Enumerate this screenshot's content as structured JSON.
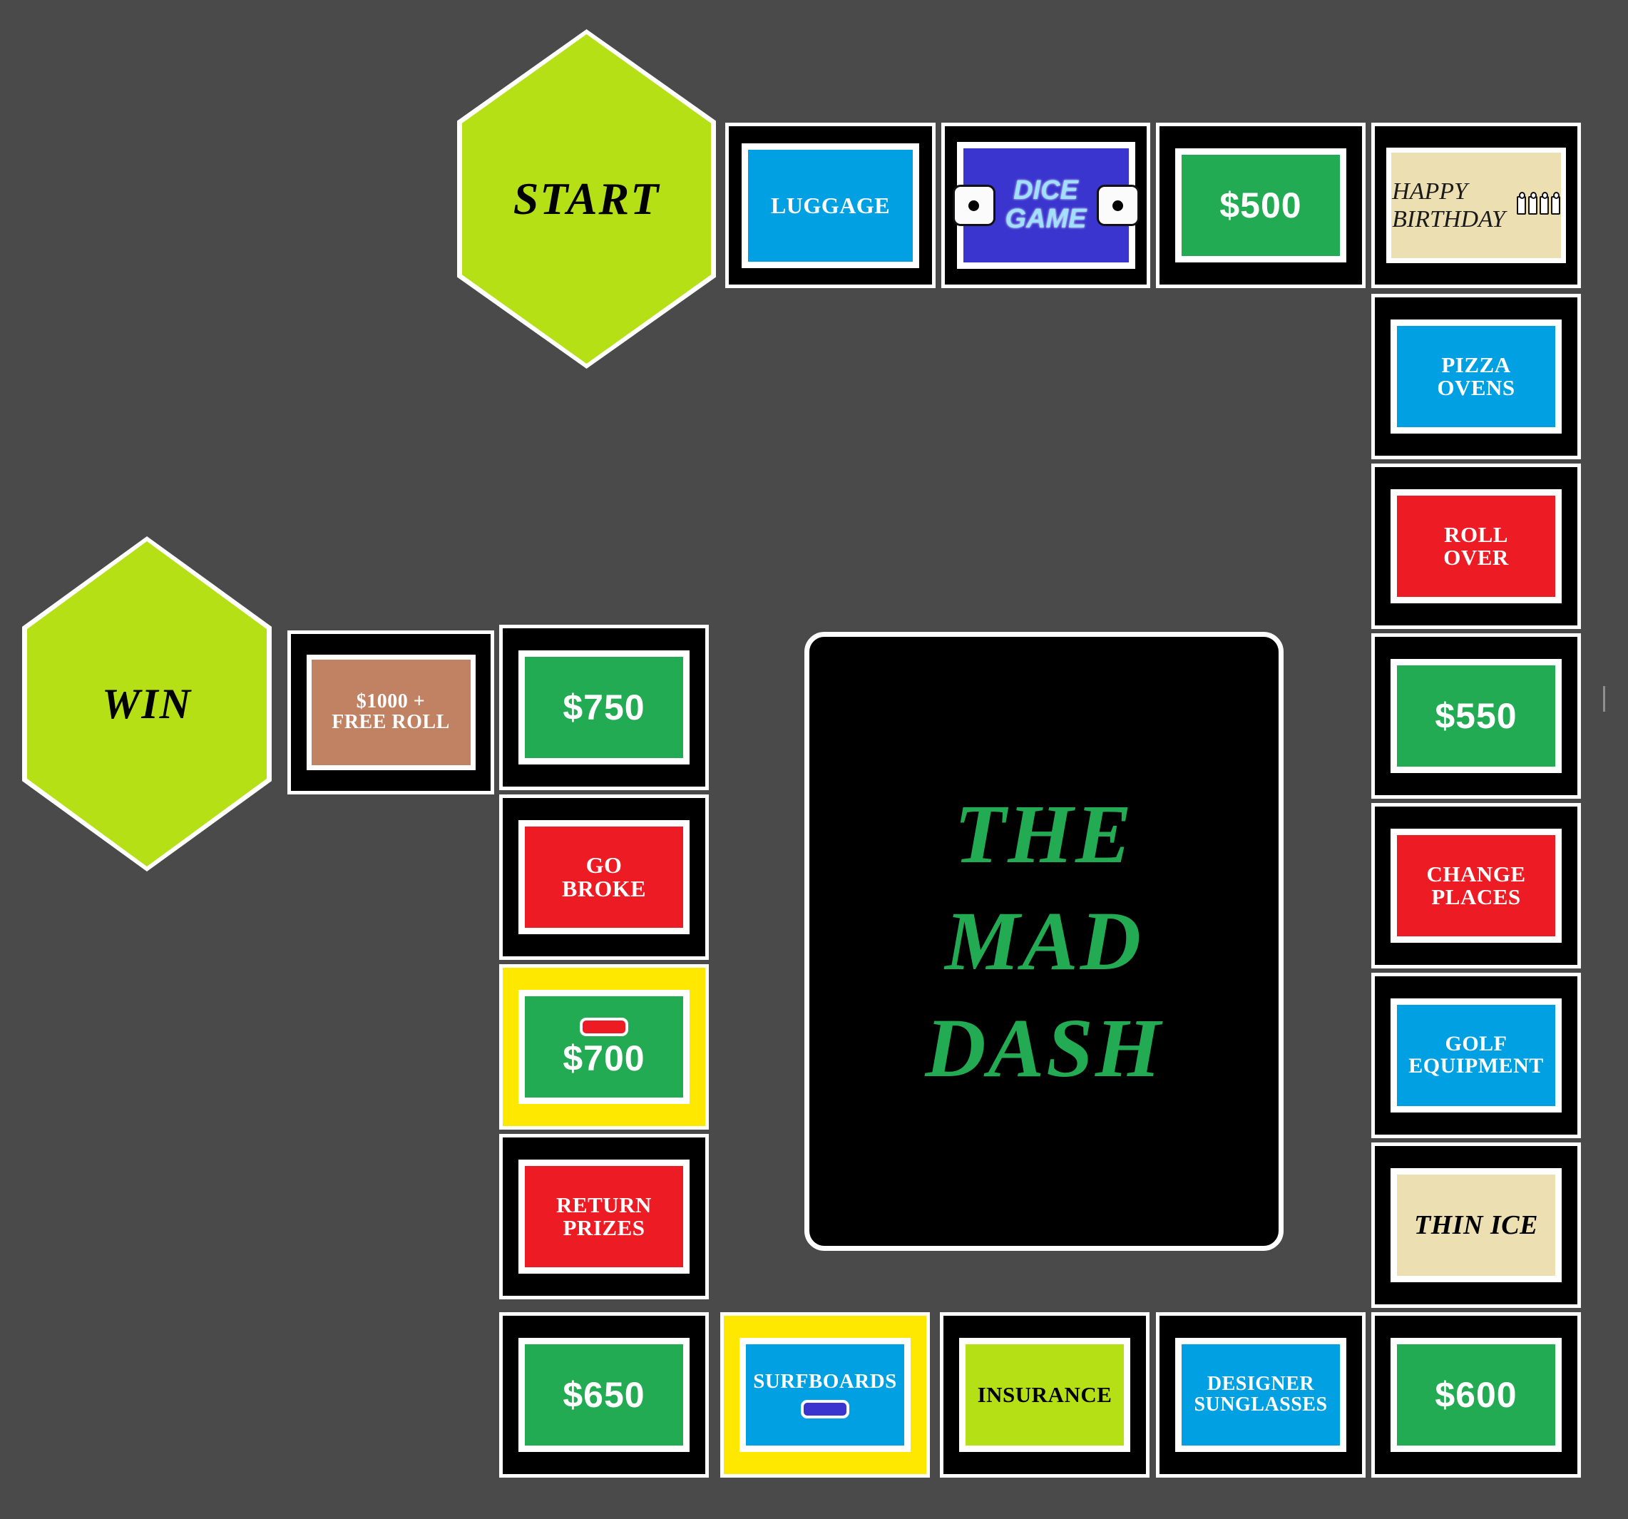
{
  "board": {
    "title": "THE MAD DASH",
    "title_lines": [
      "THE",
      "MAD",
      "DASH"
    ],
    "background_color": "#4a4a4a"
  },
  "colors": {
    "blue": "#00a0e3",
    "green": "#22ab52",
    "red": "#ed1c24",
    "cream": "#ecdfb2",
    "lime": "#b5e016",
    "brown": "#c08263",
    "indigo": "#3b35cf",
    "yellow_frame": "#ffe800",
    "black_frame": "#000000",
    "white": "#ffffff"
  },
  "start_space": {
    "label": "START"
  },
  "win_space": {
    "label": "WIN"
  },
  "spaces": {
    "top_row": [
      {
        "label": "LUGGAGE",
        "color": "blue",
        "text_color": "#ffffff",
        "frame": "black"
      },
      {
        "label": "DICE\nGAME",
        "color": "indigo",
        "text_color": "#9fe0ff",
        "frame": "black",
        "icon": "dice-icon",
        "dice_pips": [
          1,
          1
        ]
      },
      {
        "label": "$500",
        "color": "green",
        "text_color": "#ffffff",
        "frame": "black"
      },
      {
        "label": "HAPPY\nBIRTHDAY",
        "color": "cream",
        "text_color": "#1a1a1a",
        "frame": "black",
        "icon": "birthday-candles-icon",
        "candle_count": 4
      }
    ],
    "right_column": [
      {
        "label": "PIZZA\nOVENS",
        "color": "blue",
        "text_color": "#ffffff",
        "frame": "black"
      },
      {
        "label": "ROLL\nOVER",
        "color": "red",
        "text_color": "#ffffff",
        "frame": "black"
      },
      {
        "label": "$550",
        "color": "green",
        "text_color": "#ffffff",
        "frame": "black"
      },
      {
        "label": "CHANGE\nPLACES",
        "color": "red",
        "text_color": "#ffffff",
        "frame": "black"
      },
      {
        "label": "GOLF\nEQUIPMENT",
        "color": "blue",
        "text_color": "#ffffff",
        "frame": "black"
      },
      {
        "label": "THIN ICE",
        "color": "cream",
        "text_color": "#000000",
        "frame": "black"
      }
    ],
    "bottom_row": [
      {
        "label": "$650",
        "color": "green",
        "text_color": "#ffffff",
        "frame": "black"
      },
      {
        "label": "SURFBOARDS",
        "color": "blue",
        "text_color": "#ffffff",
        "frame": "yellow",
        "badge": "indigo"
      },
      {
        "label": "INSURANCE",
        "color": "lime",
        "text_color": "#000000",
        "frame": "black"
      },
      {
        "label": "DESIGNER\nSUNGLASSES",
        "color": "blue",
        "text_color": "#ffffff",
        "frame": "black"
      },
      {
        "label": "$600",
        "color": "green",
        "text_color": "#ffffff",
        "frame": "black"
      }
    ],
    "left_column": [
      {
        "label": "$1000 +\nFREE ROLL",
        "color": "brown",
        "text_color": "#ffffff",
        "frame": "black"
      },
      {
        "label": "$750",
        "color": "green",
        "text_color": "#ffffff",
        "frame": "black"
      },
      {
        "label": "GO\nBROKE",
        "color": "red",
        "text_color": "#ffffff",
        "frame": "black"
      },
      {
        "label": "$700",
        "color": "green",
        "text_color": "#ffffff",
        "frame": "yellow",
        "badge": "red"
      },
      {
        "label": "RETURN\nPRIZES",
        "color": "red",
        "text_color": "#ffffff",
        "frame": "black"
      }
    ]
  }
}
